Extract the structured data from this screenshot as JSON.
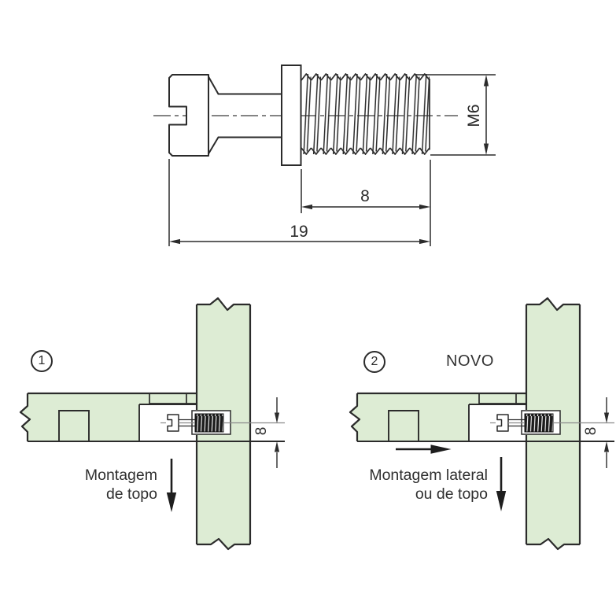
{
  "title": "Connecting screw mounting diagram",
  "colors": {
    "line": "#2b2b2b",
    "panel_green": "#ddecd4",
    "centerline_gray": "#8a8a8a",
    "thread_black": "#1c1c1c",
    "background": "#ffffff"
  },
  "screw_drawing": {
    "thread_size_label": "M6",
    "thread_length_label": "8",
    "overall_length_label": "19"
  },
  "diagram_1": {
    "index_label": "1",
    "edge_distance_label": "8",
    "caption_line_1": "Montagem",
    "caption_line_2": "de topo"
  },
  "diagram_2": {
    "index_label": "2",
    "new_badge": "NOVO",
    "edge_distance_label": "8",
    "caption_line_1": "Montagem lateral",
    "caption_line_2": "ou de topo"
  }
}
